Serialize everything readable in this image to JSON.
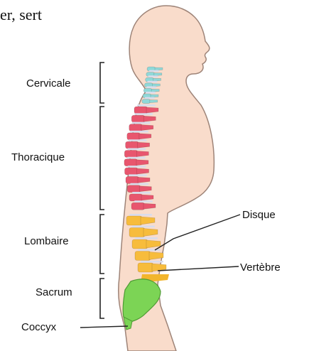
{
  "header_fragment": "er, sert",
  "regions": {
    "cervicale": "Cervicale",
    "thoracique": "Thoracique",
    "lombaire": "Lombaire",
    "sacrum": "Sacrum",
    "coccyx": "Coccyx"
  },
  "callouts": {
    "disque": "Disque",
    "vertebre": "Vertèbre"
  },
  "colors": {
    "skin": "#f9dccb",
    "outline": "#9e8478",
    "cervical": "#8fd8d8",
    "thoracic": "#e8566e",
    "lumbar": "#f7bc3c",
    "sacral": "#f2b52c",
    "coccyx": "#7cd455",
    "disc": "#d8dcec",
    "bracket": "#222222"
  }
}
